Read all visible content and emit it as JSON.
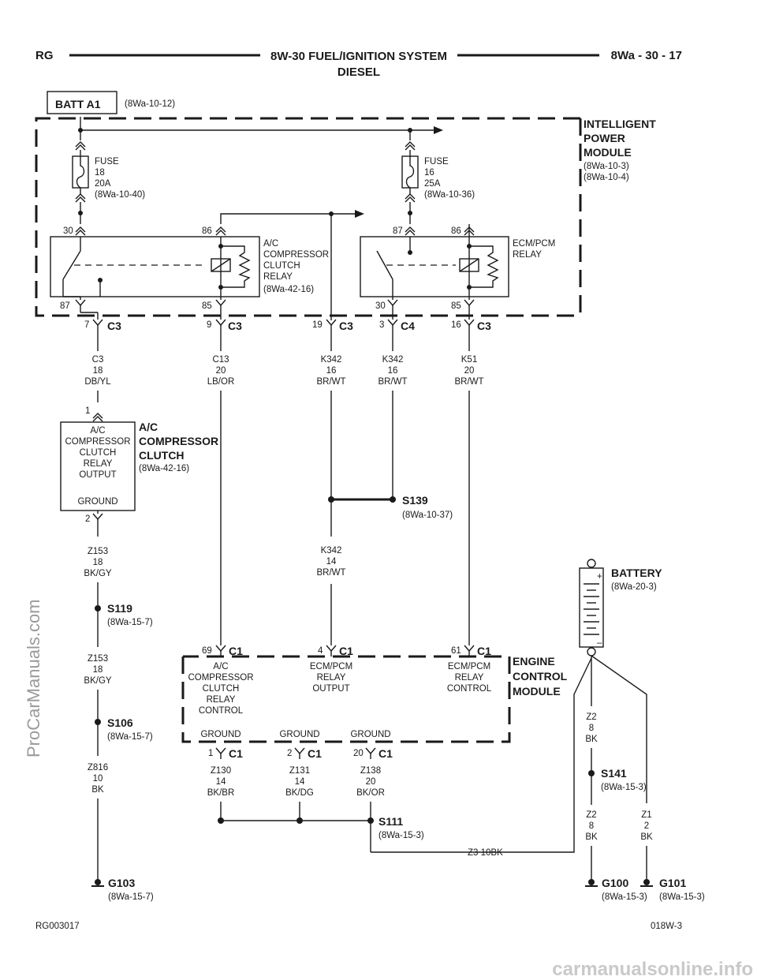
{
  "header": {
    "left": "RG",
    "title1": "8W-30 FUEL/IGNITION SYSTEM",
    "title2": "DIESEL",
    "right": "8Wa - 30 - 17"
  },
  "batt": {
    "label": "BATT A1",
    "ref": "(8Wa-10-12)"
  },
  "ipm": {
    "l1": "INTELLIGENT",
    "l2": "POWER",
    "l3": "MODULE",
    "r1": "(8Wa-10-3)",
    "r2": "(8Wa-10-4)"
  },
  "fuse18": {
    "l1": "FUSE",
    "l2": "18",
    "l3": "20A",
    "l4": "(8Wa-10-40)"
  },
  "fuse16": {
    "l1": "FUSE",
    "l2": "16",
    "l3": "25A",
    "l4": "(8Wa-10-36)"
  },
  "acrelay": {
    "l1": "A/C",
    "l2": "COMPRESSOR",
    "l3": "CLUTCH",
    "l4": "RELAY",
    "l5": "(8Wa-42-16)",
    "p30": "30",
    "p86": "86",
    "p87": "87",
    "p85": "85"
  },
  "ecmrelay": {
    "l1": "ECM/PCM",
    "l2": "RELAY",
    "p87": "87",
    "p86": "86",
    "p30": "30",
    "p85": "85"
  },
  "connectors": {
    "c3a": {
      "pin": "7",
      "name": "C3"
    },
    "c3b": {
      "pin": "9",
      "name": "C3"
    },
    "c3c": {
      "pin": "19",
      "name": "C3"
    },
    "c4": {
      "pin": "3",
      "name": "C4"
    },
    "c3d": {
      "pin": "16",
      "name": "C3"
    }
  },
  "wires": {
    "c3w": {
      "a": "C3",
      "b": "18",
      "c": "DB/YL"
    },
    "c13w": {
      "a": "C13",
      "b": "20",
      "c": "LB/OR"
    },
    "k342a": {
      "a": "K342",
      "b": "16",
      "c": "BR/WT"
    },
    "k342b": {
      "a": "K342",
      "b": "16",
      "c": "BR/WT"
    },
    "k51": {
      "a": "K51",
      "b": "20",
      "c": "BR/WT"
    },
    "k342c": {
      "a": "K342",
      "b": "14",
      "c": "BR/WT"
    },
    "z153a": {
      "a": "Z153",
      "b": "18",
      "c": "BK/GY"
    },
    "z153b": {
      "a": "Z153",
      "b": "18",
      "c": "BK/GY"
    },
    "z816": {
      "a": "Z816",
      "b": "10",
      "c": "BK"
    },
    "z130": {
      "a": "Z130",
      "b": "14",
      "c": "BK/BR"
    },
    "z131": {
      "a": "Z131",
      "b": "14",
      "c": "BK/DG"
    },
    "z138": {
      "a": "Z138",
      "b": "20",
      "c": "BK/OR"
    },
    "z2a": {
      "a": "Z2",
      "b": "8",
      "c": "BK"
    },
    "z2b": {
      "a": "Z2",
      "b": "8",
      "c": "BK"
    },
    "z1": {
      "a": "Z1",
      "b": "2",
      "c": "BK"
    },
    "z3": "Z3   10BK"
  },
  "acclutch": {
    "t1": "A/C",
    "t2": "COMPRESSOR",
    "t3": "CLUTCH",
    "ref": "(8Wa-42-16)",
    "b1": "A/C",
    "b2": "COMPRESSOR",
    "b3": "CLUTCH",
    "b4": "RELAY",
    "b5": "OUTPUT",
    "gnd": "GROUND",
    "pin1": "1",
    "pin2": "2"
  },
  "splices": {
    "s139": {
      "name": "S139",
      "ref": "(8Wa-10-37)"
    },
    "s119": {
      "name": "S119",
      "ref": "(8Wa-15-7)"
    },
    "s106": {
      "name": "S106",
      "ref": "(8Wa-15-7)"
    },
    "s111": {
      "name": "S111",
      "ref": "(8Wa-15-3)"
    },
    "s141": {
      "name": "S141",
      "ref": "(8Wa-15-3)"
    }
  },
  "battery": {
    "name": "BATTERY",
    "ref": "(8Wa-20-3)",
    "plus": "+",
    "minus": "–"
  },
  "ecm": {
    "l1": "ENGINE",
    "l2": "CONTROL",
    "l3": "MODULE",
    "c69": {
      "pin": "69",
      "name": "C1"
    },
    "c4": {
      "pin": "4",
      "name": "C1"
    },
    "c61": {
      "pin": "61",
      "name": "C1"
    },
    "g1": {
      "pin": "1",
      "name": "C1"
    },
    "g2": {
      "pin": "2",
      "name": "C1"
    },
    "g20": {
      "pin": "20",
      "name": "C1"
    },
    "ac": {
      "a": "A/C",
      "b": "COMPRESSOR",
      "c": "CLUTCH",
      "d": "RELAY",
      "e": "CONTROL"
    },
    "out": {
      "a": "ECM/PCM",
      "b": "RELAY",
      "c": "OUTPUT"
    },
    "ctl": {
      "a": "ECM/PCM",
      "b": "RELAY",
      "c": "CONTROL"
    },
    "gnd1": "GROUND",
    "gnd2": "GROUND",
    "gnd3": "GROUND"
  },
  "grounds": {
    "g103": {
      "name": "G103",
      "ref": "(8Wa-15-7)"
    },
    "g100": {
      "name": "G100",
      "ref": "(8Wa-15-3)"
    },
    "g101": {
      "name": "G101",
      "ref": "(8Wa-15-3)"
    }
  },
  "footer": {
    "left": "RG003017",
    "right": "018W-3"
  },
  "watermarks": {
    "side": "ProCarManuals.com",
    "bottom": "carmanualsonline.info"
  }
}
